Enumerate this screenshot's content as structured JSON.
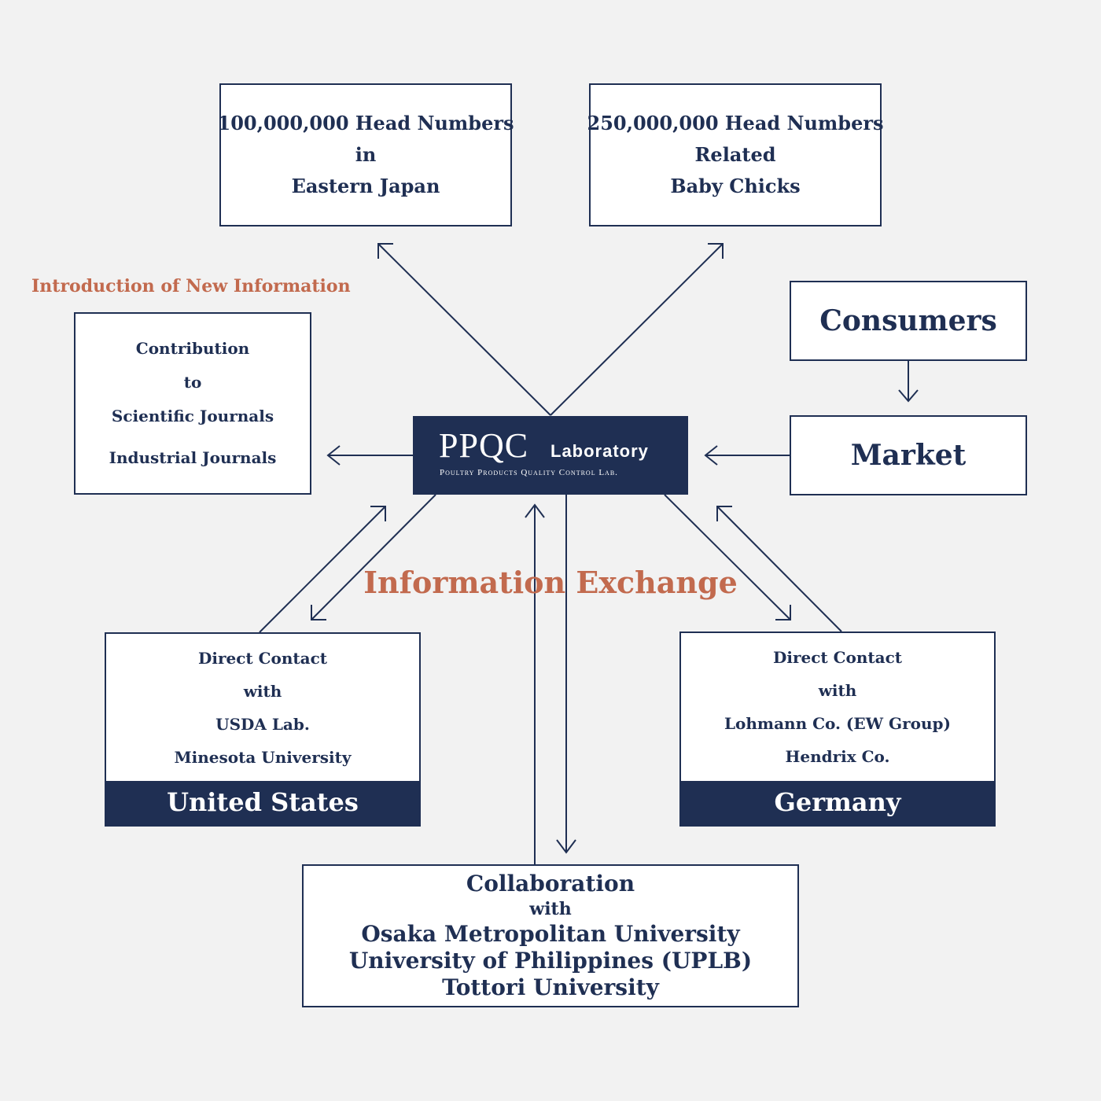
{
  "top_left_box": {
    "lines": [
      "100,000,000 Head Numbers",
      "in",
      "Eastern Japan"
    ]
  },
  "top_right_box": {
    "lines": [
      "250,000,000 Head Numbers",
      "Related",
      "Baby Chicks"
    ]
  },
  "intro_label": "Introduction of New Information",
  "journals_box": {
    "lines": [
      "Contribution",
      "to",
      "Scientific Journals",
      "Industrial Journals"
    ]
  },
  "consumers": "Consumers",
  "market": "Market",
  "ppqc": {
    "mark": "PPQC",
    "word": "Laboratory",
    "subtitle": "Poultry Products Quality Control Lab."
  },
  "info_exchange": "Information Exchange",
  "us_box": {
    "lines": [
      "Direct Contact",
      "with",
      "USDA Lab.",
      "Minesota University"
    ],
    "country": "United States"
  },
  "germany_box": {
    "lines": [
      "Direct Contact",
      "with",
      "Lohmann Co. (EW Group)",
      "Hendrix Co."
    ],
    "country": "Germany"
  },
  "collab_box": {
    "lines": [
      "Collaboration",
      "with",
      "Osaka Metropolitan University",
      "University of Philippines (UPLB)",
      "Tottori University"
    ]
  },
  "colors": {
    "navy": "#1f2f53",
    "accent": "#c26a4e",
    "background": "#f2f2f2"
  }
}
